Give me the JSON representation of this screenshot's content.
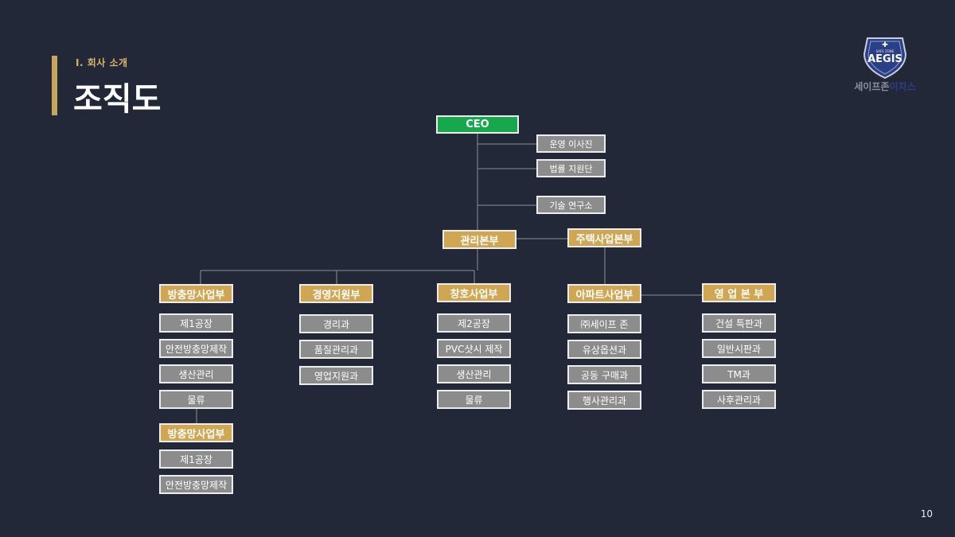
{
  "header": {
    "section": "I. 회사 소개",
    "title": "조직도"
  },
  "logo": {
    "badge": "AEGIS",
    "badge_small": "SAFE ZONE",
    "name_part1": "세이프존",
    "name_part2": "이지스"
  },
  "page_number": "10",
  "colors": {
    "background": "#232838",
    "accent": "#c9a557",
    "ceo": "#17a84e",
    "dept": "#d1a652",
    "sub": "#8c8c8c"
  },
  "org": {
    "ceo": "CEO",
    "staff": [
      "운영 이사진",
      "법률 지원단",
      "기술 연구소"
    ],
    "mgmt": "관리본부",
    "housing": "주택사업본부",
    "divisions": [
      {
        "title": "방충망사업부",
        "items": [
          "제1공장",
          "안전방충망제작",
          "생산관리",
          "물류"
        ]
      },
      {
        "title": "경영지원부",
        "items": [
          "경리과",
          "품질관리과",
          "영업지원과"
        ]
      },
      {
        "title": "창호사업부",
        "items": [
          "제2공장",
          "PVC샷시 제작",
          "생산관리",
          "물류"
        ]
      },
      {
        "title": "아파트사업부",
        "items": [
          "㈜세이프 존",
          "유상옵션과",
          "공동 구매과",
          "행사관리과"
        ]
      },
      {
        "title": "영 업 본 부",
        "items": [
          "건설 특판과",
          "일반시판과",
          "TM과",
          "사후관리과"
        ]
      }
    ],
    "extra_division": {
      "title": "방충망사업부",
      "items": [
        "제1공장",
        "안전방충망제작"
      ]
    }
  }
}
